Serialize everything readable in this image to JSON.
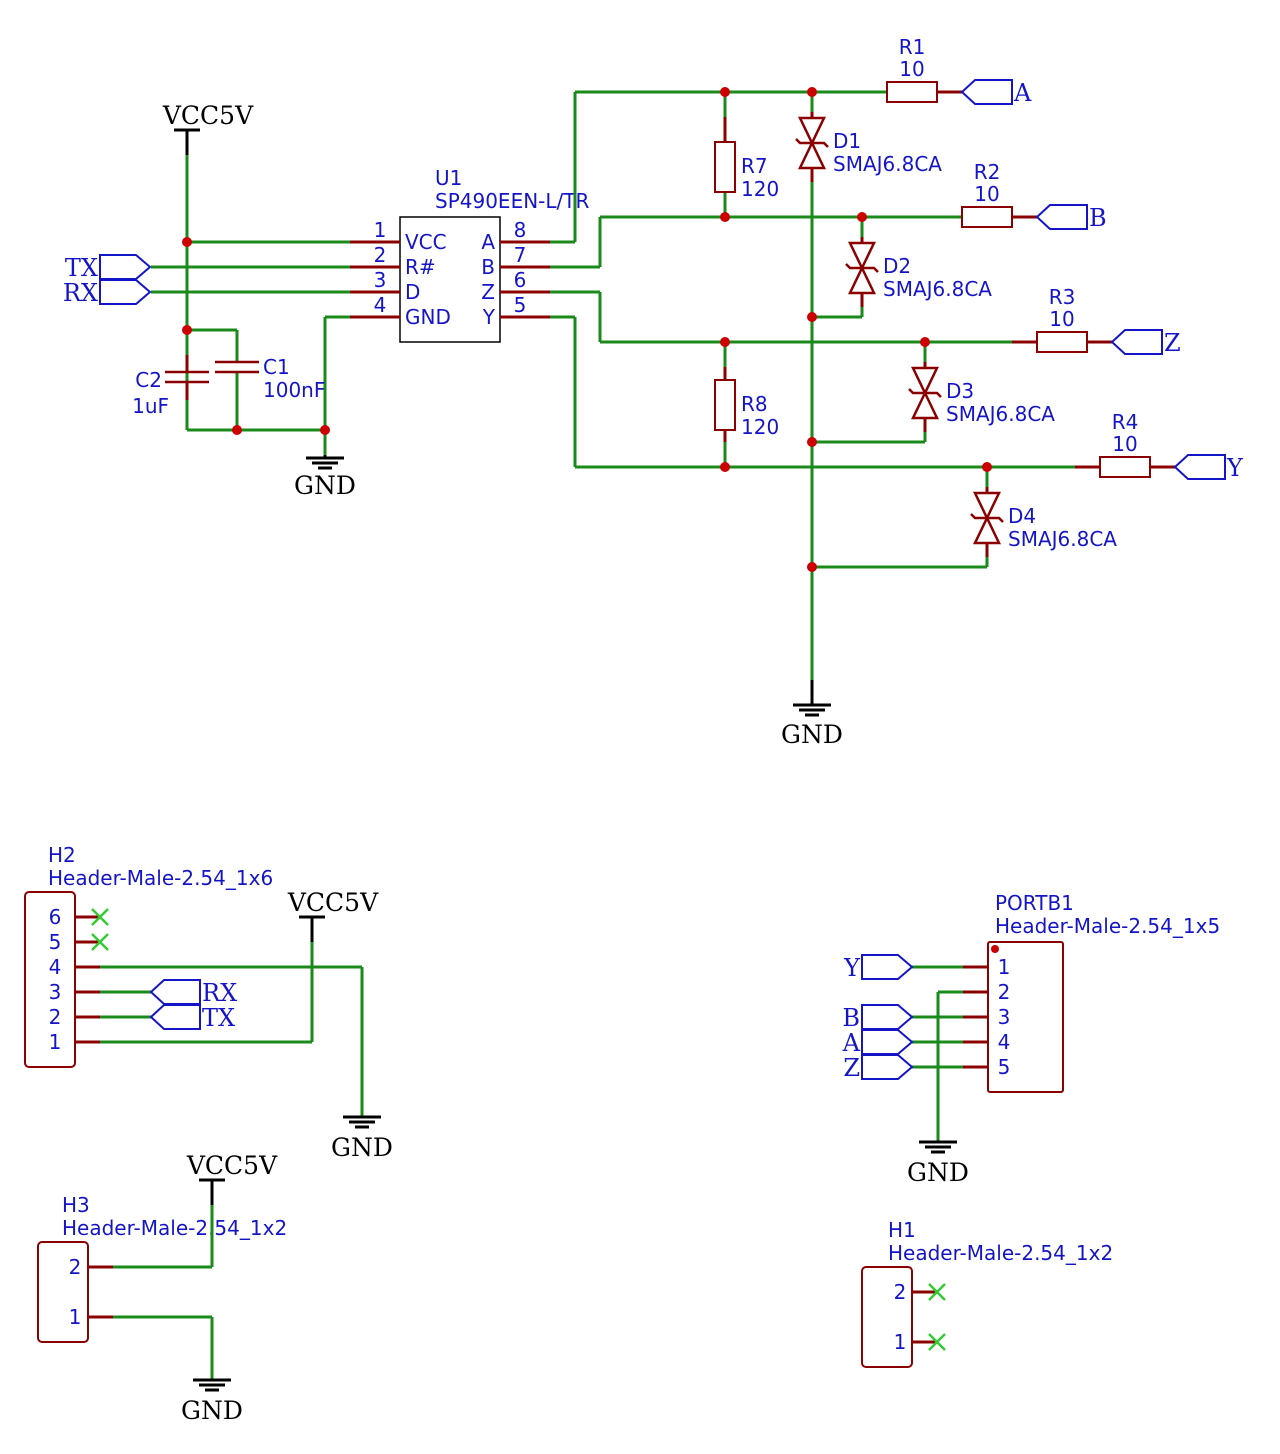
{
  "u1": {
    "ref": "U1",
    "part": "SP490EEN-L/TR",
    "left_pins": [
      {
        "num": "1",
        "name": "VCC"
      },
      {
        "num": "2",
        "name": "R#"
      },
      {
        "num": "3",
        "name": "D"
      },
      {
        "num": "4",
        "name": "GND"
      }
    ],
    "right_pins": [
      {
        "num": "8",
        "name": "A"
      },
      {
        "num": "7",
        "name": "B"
      },
      {
        "num": "6",
        "name": "Z"
      },
      {
        "num": "5",
        "name": "Y"
      }
    ]
  },
  "resistors": {
    "r1": {
      "ref": "R1",
      "value": "10"
    },
    "r2": {
      "ref": "R2",
      "value": "10"
    },
    "r3": {
      "ref": "R3",
      "value": "10"
    },
    "r4": {
      "ref": "R4",
      "value": "10"
    },
    "r7": {
      "ref": "R7",
      "value": "120"
    },
    "r8": {
      "ref": "R8",
      "value": "120"
    }
  },
  "diodes": {
    "d1": {
      "ref": "D1",
      "part": "SMAJ6.8CA"
    },
    "d2": {
      "ref": "D2",
      "part": "SMAJ6.8CA"
    },
    "d3": {
      "ref": "D3",
      "part": "SMAJ6.8CA"
    },
    "d4": {
      "ref": "D4",
      "part": "SMAJ6.8CA"
    }
  },
  "capacitors": {
    "c1": {
      "ref": "C1",
      "value": "100nF"
    },
    "c2": {
      "ref": "C2",
      "value": "1uF"
    }
  },
  "power": {
    "vcc": "VCC5V",
    "gnd": "GND"
  },
  "nets": {
    "a": "A",
    "b": "B",
    "z": "Z",
    "y": "Y",
    "tx": "TX",
    "rx": "RX"
  },
  "h2": {
    "ref": "H2",
    "part": "Header-Male-2.54_1x6",
    "pins": [
      "6",
      "5",
      "4",
      "3",
      "2",
      "1"
    ]
  },
  "h3": {
    "ref": "H3",
    "part": "Header-Male-2.54_1x2",
    "pins": [
      "2",
      "1"
    ]
  },
  "h1": {
    "ref": "H1",
    "part": "Header-Male-2.54_1x2",
    "pins": [
      "2",
      "1"
    ]
  },
  "portb1": {
    "ref": "PORTB1",
    "part": "Header-Male-2.54_1x5",
    "pins": [
      "1",
      "2",
      "3",
      "4",
      "5"
    ]
  }
}
